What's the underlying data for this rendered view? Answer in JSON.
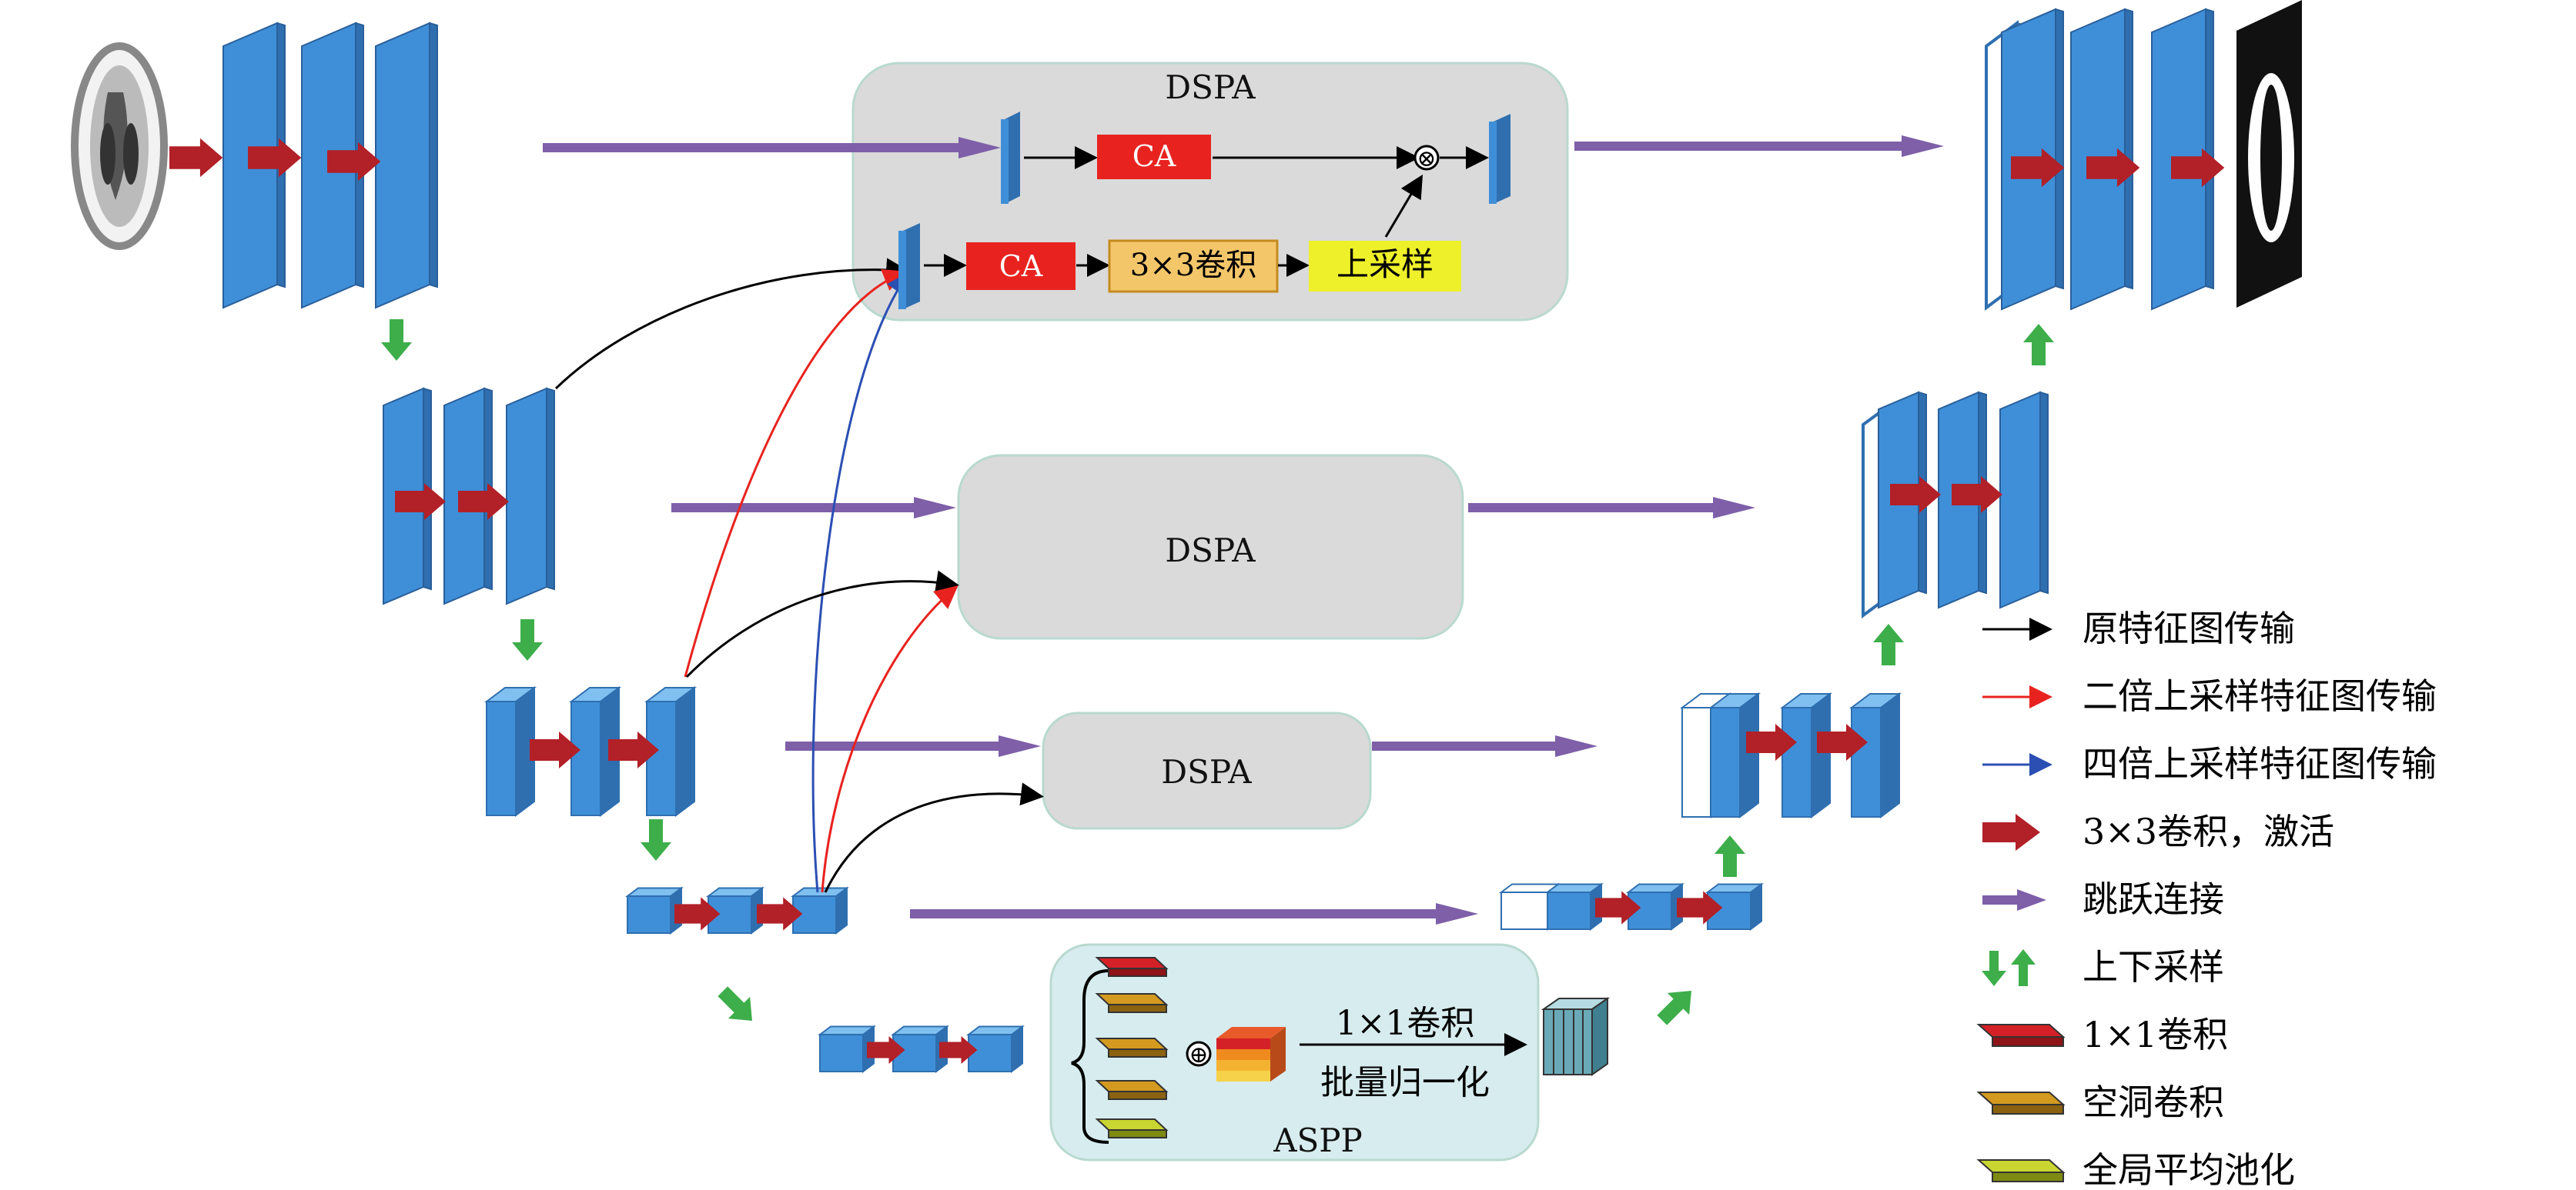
{
  "modules": {
    "dspa_top": "DSPA",
    "dspa_mid": "DSPA",
    "dspa_low": "DSPA",
    "aspp": "ASPP"
  },
  "dspa_detail": {
    "ca_top": "CA",
    "ca_bottom": "CA",
    "conv3x3": "3×3卷积",
    "upsample": "上采样",
    "multiply_symbol": "⊗"
  },
  "aspp_detail": {
    "sum_symbol": "⊕",
    "conv1x1": "1×1卷积",
    "batch_norm": "批量归一化"
  },
  "legend": [
    {
      "label": "原特征图传输",
      "type": "arrow",
      "color": "#000000",
      "icon": "black-thin-arrow"
    },
    {
      "label": "二倍上采样特征图传输",
      "type": "arrow",
      "color": "#e8231f",
      "icon": "red-thin-arrow"
    },
    {
      "label": "四倍上采样特征图传输",
      "type": "arrow",
      "color": "#2b4fb3",
      "icon": "blue-thin-arrow"
    },
    {
      "label": "3×3卷积，激活",
      "type": "conv",
      "color": "#b22028",
      "icon": "red-block-arrow"
    },
    {
      "label": "跳跃连接",
      "type": "skip",
      "color": "#7e5fa8",
      "icon": "purple-skip-arrow"
    },
    {
      "label": "上下采样",
      "type": "updown",
      "color": "#3dae4a",
      "icon": "green-updown-arrows"
    },
    {
      "label": "1×1卷积",
      "type": "slab",
      "color": "#d42127",
      "icon": "red-slab-icon"
    },
    {
      "label": "空洞卷积",
      "type": "slab",
      "color": "#d39a1f",
      "icon": "orange-slab-icon"
    },
    {
      "label": "全局平均池化",
      "type": "slab",
      "color": "#c9d530",
      "icon": "yellowgreen-slab-icon"
    }
  ],
  "colors": {
    "block_front": "#3f8fd8",
    "block_side": "#2f6fb0",
    "block_top": "#7fc0f0",
    "skip": "#7e5fa8",
    "conv_arrow": "#b22028",
    "updown": "#3dae4a",
    "dspa_box": "#dadada",
    "aspp_box": "#d7ecef",
    "ca": "#e8231f",
    "conv3x3_box": "#f3c66a",
    "upsample_box": "#eef02a"
  }
}
